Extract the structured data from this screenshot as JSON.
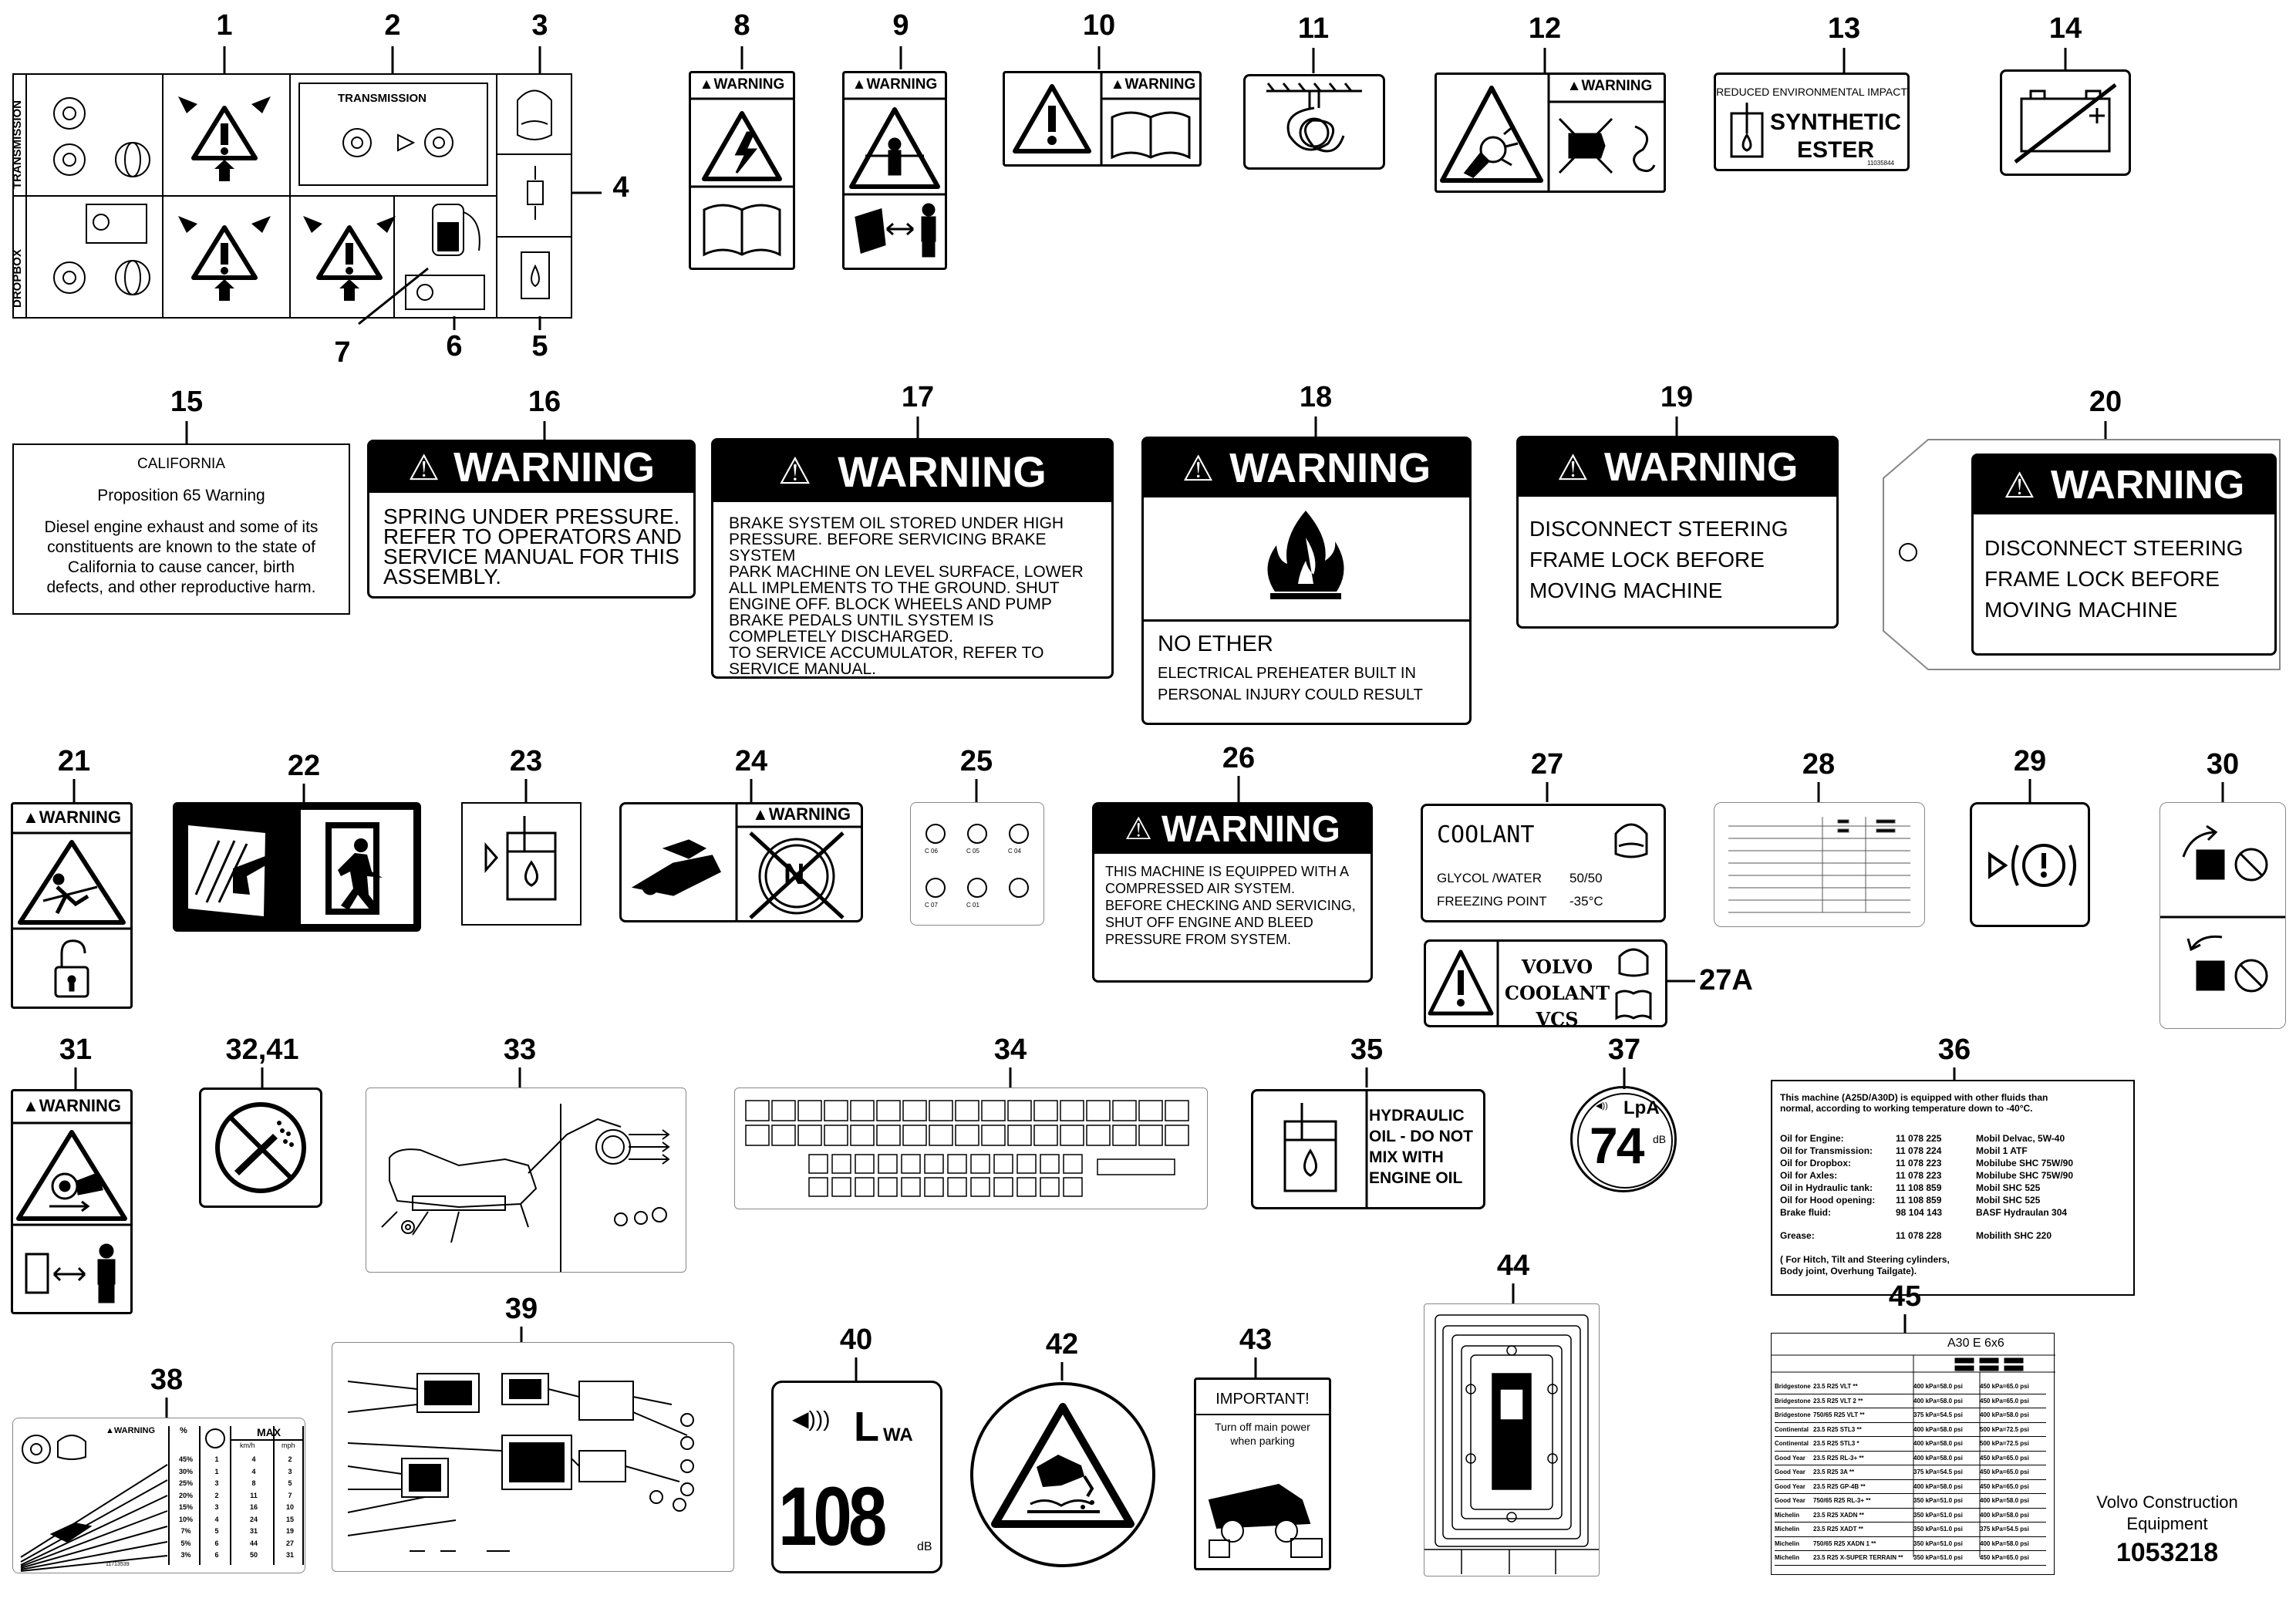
{
  "callouts": {
    "n1": "1",
    "n2": "2",
    "n3": "3",
    "n4": "4",
    "n5": "5",
    "n6": "6",
    "n7": "7",
    "n8": "8",
    "n9": "9",
    "n10": "10",
    "n11": "11",
    "n12": "12",
    "n13": "13",
    "n14": "14",
    "n15": "15",
    "n16": "16",
    "n17": "17",
    "n18": "18",
    "n19": "19",
    "n20": "20",
    "n21": "21",
    "n22": "22",
    "n23": "23",
    "n24": "24",
    "n25": "25",
    "n26": "26",
    "n27": "27",
    "n27a": "27A",
    "n28": "28",
    "n29": "29",
    "n30": "30",
    "n31": "31",
    "n3241": "32,41",
    "n33": "33",
    "n34": "34",
    "n35": "35",
    "n36": "36",
    "n37": "37",
    "n38": "38",
    "n39": "39",
    "n40": "40",
    "n42": "42",
    "n43": "43",
    "n44": "44",
    "n45": "45"
  },
  "decal1": {
    "transmission_side": "TRANSMISSION",
    "dropbox_side": "DROPBOX",
    "transmission_box": "TRANSMISSION"
  },
  "warning_word": "WARNING",
  "decal13": {
    "top": "REDUCED ENVIRONMENTAL IMPACT",
    "line1": "SYNTHETIC",
    "line2": "ESTER",
    "code": "11035844"
  },
  "decal15": {
    "title": "CALIFORNIA",
    "subtitle": "Proposition 65 Warning",
    "l1": "Diesel engine exhaust and some of its",
    "l2": "constituents are known to the state of",
    "l3": "California to cause cancer, birth",
    "l4": "defects, and other reproductive harm."
  },
  "decal16": {
    "l1": "SPRING UNDER PRESSURE.",
    "l2": "REFER TO OPERATORS AND",
    "l3": "SERVICE MANUAL FOR THIS",
    "l4": "ASSEMBLY."
  },
  "decal17": {
    "l1": "BRAKE SYSTEM OIL STORED UNDER HIGH",
    "l2": "PRESSURE. BEFORE SERVICING BRAKE SYSTEM",
    "l3": "PARK MACHINE ON LEVEL SURFACE, LOWER",
    "l4": "ALL IMPLEMENTS TO THE GROUND. SHUT",
    "l5": "ENGINE OFF. BLOCK WHEELS AND PUMP",
    "l6": "BRAKE PEDALS UNTIL SYSTEM IS",
    "l7": "COMPLETELY DISCHARGED.",
    "l8": "TO SERVICE ACCUMULATOR, REFER TO",
    "l9": "SERVICE MANUAL."
  },
  "decal18": {
    "l1": "NO ETHER",
    "l2": "ELECTRICAL PREHEATER BUILT IN",
    "l3": "PERSONAL INJURY COULD RESULT"
  },
  "decal19": {
    "l1": "DISCONNECT STEERING",
    "l2": "FRAME LOCK BEFORE",
    "l3": "MOVING MACHINE"
  },
  "decal20": {
    "l1": "DISCONNECT STEERING",
    "l2": "FRAME LOCK BEFORE",
    "l3": "MOVING MACHINE"
  },
  "decal24": {
    "n": "N"
  },
  "decal25": {
    "c1": "C 06",
    "c2": "C 05",
    "c3": "C 04",
    "c4": "C 07",
    "c5": "C 01"
  },
  "decal26": {
    "l1": "THIS MACHINE IS EQUIPPED WITH A",
    "l2": "COMPRESSED AIR SYSTEM.",
    "l3": "BEFORE CHECKING AND SERVICING,",
    "l4": "SHUT OFF ENGINE AND BLEED",
    "l5": "PRESSURE FROM SYSTEM."
  },
  "decal27": {
    "title": "COOLANT",
    "r1a": "GLYCOL /WATER",
    "r1b": "50/50",
    "r2a": "FREEZING POINT",
    "r2b": "-35°C"
  },
  "decal27a": {
    "l1": "VOLVO",
    "l2": "COOLANT VCS"
  },
  "decal35": {
    "l1": "HYDRAULIC",
    "l2": "OIL - DO NOT",
    "l3": "MIX WITH",
    "l4": "ENGINE OIL"
  },
  "decal36": {
    "h1": "This machine (A25D/A30D) is equipped with other fluids than",
    "h2": "normal, according to working temperature down to -40°C.",
    "rows": [
      [
        "Oil for Engine:",
        "11 078 225",
        "Mobil Delvac, 5W-40"
      ],
      [
        "Oil for Transmission:",
        "11 078 224",
        "Mobil 1 ATF"
      ],
      [
        "Oil for Dropbox:",
        "11 078 223",
        "Mobilube SHC 75W/90"
      ],
      [
        "Oil for Axles:",
        "11 078 223",
        "Mobilube SHC 75W/90"
      ],
      [
        "Oil in Hydraulic tank:",
        "11 108 859",
        "Mobil SHC 525"
      ],
      [
        "Oil for Hood opening:",
        "11 108 859",
        "Mobil SHC 525"
      ],
      [
        "Brake fluid:",
        "98 104 143",
        "BASF Hydraulan 304"
      ],
      [
        "Grease:",
        "11 078 228",
        "Mobilith SHC 220"
      ]
    ],
    "f1": "( For Hitch, Tilt and Steering cylinders,",
    "f2": "Body joint, Overhung Tailgate)."
  },
  "decal37": {
    "unit": "LpA",
    "value": "74",
    "db": "dB"
  },
  "decal38": {
    "warning": "WARNING",
    "pct": "%",
    "max": "MAX",
    "kmh": "km/h",
    "mph": "mph",
    "rows": [
      [
        "45%",
        "1",
        "4",
        "2"
      ],
      [
        "30%",
        "1",
        "4",
        "3"
      ],
      [
        "25%",
        "3",
        "8",
        "5"
      ],
      [
        "20%",
        "2",
        "11",
        "7"
      ],
      [
        "15%",
        "3",
        "16",
        "10"
      ],
      [
        "10%",
        "4",
        "24",
        "15"
      ],
      [
        "7%",
        "5",
        "31",
        "19"
      ],
      [
        "5%",
        "6",
        "44",
        "27"
      ],
      [
        "3%",
        "6",
        "50",
        "31"
      ]
    ],
    "code": "11713539"
  },
  "decal40": {
    "l": "L",
    "wa": "WA",
    "value": "108",
    "db": "dB"
  },
  "decal43": {
    "title": "IMPORTANT!",
    "l1": "Turn off main power",
    "l2": "when parking"
  },
  "decal45": {
    "model": "A30 E  6x6",
    "rows": [
      [
        "Bridgestone",
        "23.5 R25 VLT **",
        "400 kPa=58.0 psi",
        "450 kPa=65.0 psi"
      ],
      [
        "Bridgestone",
        "23.5 R25 VLT 2 **",
        "400 kPa=58.0 psi",
        "450 kPa=65.0 psi"
      ],
      [
        "Bridgestone",
        "750/65 R25 VLT **",
        "375 kPa=54.5 psi",
        "400 kPa=58.0 psi"
      ],
      [
        "Continental",
        "23.5 R25 STL3 **",
        "400 kPa=58.0 psi",
        "500 kPa=72.5 psi"
      ],
      [
        "Continental",
        "23.5 R25 STL3 *",
        "400 kPa=58.0 psi",
        "500 kPa=72.5 psi"
      ],
      [
        "Good Year",
        "23.5 R25 RL-3+ **",
        "400 kPa=58.0 psi",
        "450 kPa=65.0 psi"
      ],
      [
        "Good Year",
        "23.5 R25 3A **",
        "375 kPa=54.5 psi",
        "450 kPa=65.0 psi"
      ],
      [
        "Good Year",
        "23.5 R25 GP-4B **",
        "400 kPa=58.0 psi",
        "450 kPa=65.0 psi"
      ],
      [
        "Good Year",
        "750/65 R25 RL-3+ **",
        "350 kPa=51.0 psi",
        "400 kPa=58.0 psi"
      ],
      [
        "Michelin",
        "23.5 R25 XADN **",
        "350 kPa=51.0 psi",
        "400 kPa=58.0 psi"
      ],
      [
        "Michelin",
        "23.5 R25 XADT **",
        "350 kPa=51.0 psi",
        "375 kPa=54.5 psi"
      ],
      [
        "Michelin",
        "750/65 R25 XADN 1 **",
        "350 kPa=51.0 psi",
        "400 kPa=58.0 psi"
      ],
      [
        "Michelin",
        "23.5 R25 X-SUPER TERRAIN **",
        "350 kPa=51.0 psi",
        "450 kPa=65.0 psi"
      ]
    ]
  },
  "footer": {
    "company1": "Volvo Construction",
    "company2": "Equipment",
    "part": "1053218"
  }
}
